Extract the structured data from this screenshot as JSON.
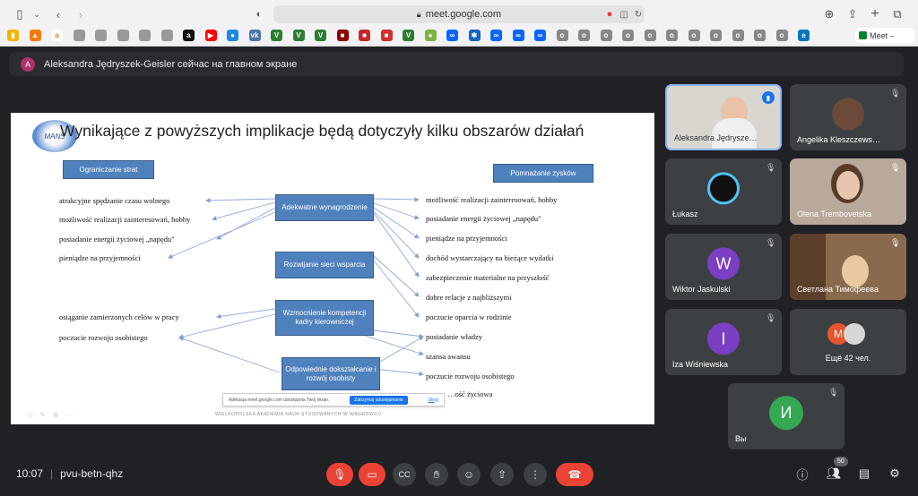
{
  "browser": {
    "url": "meet.google.com",
    "active_tab": "Meet –",
    "favicons": [
      {
        "bg": "#f4b400",
        "ch": "▮"
      },
      {
        "bg": "#f57c00",
        "ch": "▲"
      },
      {
        "bg": "#ffffff",
        "ch": "a"
      },
      {
        "bg": "#999999",
        "ch": ""
      },
      {
        "bg": "#999999",
        "ch": ""
      },
      {
        "bg": "#999999",
        "ch": ""
      },
      {
        "bg": "#999999",
        "ch": ""
      },
      {
        "bg": "#999999",
        "ch": ""
      },
      {
        "bg": "#111111",
        "ch": "a"
      },
      {
        "bg": "#ff0000",
        "ch": "▶"
      },
      {
        "bg": "#1e88e5",
        "ch": "●"
      },
      {
        "bg": "#4a76a8",
        "ch": "vk"
      },
      {
        "bg": "#2e7d32",
        "ch": "V"
      },
      {
        "bg": "#2e7d32",
        "ch": "V"
      },
      {
        "bg": "#2e7d32",
        "ch": "V"
      },
      {
        "bg": "#8b0000",
        "ch": "■"
      },
      {
        "bg": "#c62828",
        "ch": "■"
      },
      {
        "bg": "#d32f2f",
        "ch": "■"
      },
      {
        "bg": "#2e7d32",
        "ch": "V"
      },
      {
        "bg": "#7cb342",
        "ch": "●"
      },
      {
        "bg": "#0866ff",
        "ch": "∞"
      },
      {
        "bg": "#1565c0",
        "ch": "✱"
      },
      {
        "bg": "#0866ff",
        "ch": "∞"
      },
      {
        "bg": "#0866ff",
        "ch": "∞"
      },
      {
        "bg": "#0866ff",
        "ch": "∞"
      },
      {
        "bg": "#888888",
        "ch": "o"
      },
      {
        "bg": "#888888",
        "ch": "o"
      },
      {
        "bg": "#888888",
        "ch": "o"
      },
      {
        "bg": "#888888",
        "ch": "o"
      },
      {
        "bg": "#888888",
        "ch": "o"
      },
      {
        "bg": "#888888",
        "ch": "o"
      },
      {
        "bg": "#888888",
        "ch": "o"
      },
      {
        "bg": "#888888",
        "ch": "o"
      },
      {
        "bg": "#888888",
        "ch": "o"
      },
      {
        "bg": "#888888",
        "ch": "o"
      },
      {
        "bg": "#888888",
        "ch": "o"
      },
      {
        "bg": "#0277bd",
        "ch": "e"
      }
    ]
  },
  "banner": {
    "initial": "A",
    "text": "Aleksandra Jędryszek-Geisler сейчас на главном экране"
  },
  "slide": {
    "title": "Wynikające z powyższych implikacje będą dotyczyły kilku obszarów działań",
    "logo_text": "MANS",
    "left_header": "Ograniczanie strat",
    "right_header": "Pomnażanie zysków",
    "center_boxes": [
      "Adekwatne wynagrodzenie",
      "Rozwijanie sieci wsparcia",
      "Wzmocnienie kompetencji kadry kierowniczej",
      "Odpowiednie dokształcanie i rozwój osobisty"
    ],
    "left_items": [
      "atrakcyjne spędzanie czasu wolnego",
      "możliwość realizacji zainteresowań, hobby",
      "posiadanie energii życiowej „napędu\"",
      "pieniądze na przyjemności",
      "osiąganie zamierzonych celów w pracy",
      "poczucie rozwoju osobistego"
    ],
    "right_items": [
      "możliwość realizacji zainteresowań, hobby",
      "posiadanie energii życiowej „napędu\"",
      "pieniądze na przyjemności",
      "dochód wystarczający na bieżące wydatki",
      "zabezpieczenie materialne na przyszłość",
      "dobre relacje z najbliższymi",
      "poczucie oparcia w rodzinie",
      "posiadanie władzy",
      "szansa awansu",
      "poczucie rozwoju osobistego",
      "…ość życiowa"
    ],
    "share_notice": "Aplikacja meet.google.com udostępnia Twój ekran.",
    "stop_button": "Zatrzymaj udostępnianie",
    "hide_link": "Ukryj",
    "footer": "WIELKOPOLSKA AKADEMIA NAUK STOSOWANYCH W WĄGROWCU"
  },
  "participants": [
    {
      "name": "Aleksandra Jędrysze…",
      "type": "video",
      "speaking": true
    },
    {
      "name": "Angelika Kleszczews…",
      "type": "video"
    },
    {
      "name": "Łukasz",
      "type": "ring"
    },
    {
      "name": "Olena Trembovetska",
      "type": "video"
    },
    {
      "name": "Wiktor Jaskulski",
      "type": "avatar",
      "initial": "W",
      "color": "#7b3fc4"
    },
    {
      "name": "Светлана Тимофеева",
      "type": "video"
    },
    {
      "name": "Iza Wiśniewska",
      "type": "avatar",
      "initial": "I",
      "color": "#7b3fc4"
    },
    {
      "name": "Ещё 42 чел.",
      "type": "more"
    },
    {
      "name": "Вы",
      "type": "avatar",
      "initial": "И",
      "color": "#34a853"
    }
  ],
  "more_avatar_initial": "M",
  "bottom": {
    "time": "10:07",
    "separator": "|",
    "meeting_code": "pvu-betn-qhz",
    "participants_count": "50"
  },
  "colors": {
    "accent": "#1a73e8",
    "danger": "#ea4335",
    "tile": "#3c4043",
    "bg": "#202124"
  }
}
